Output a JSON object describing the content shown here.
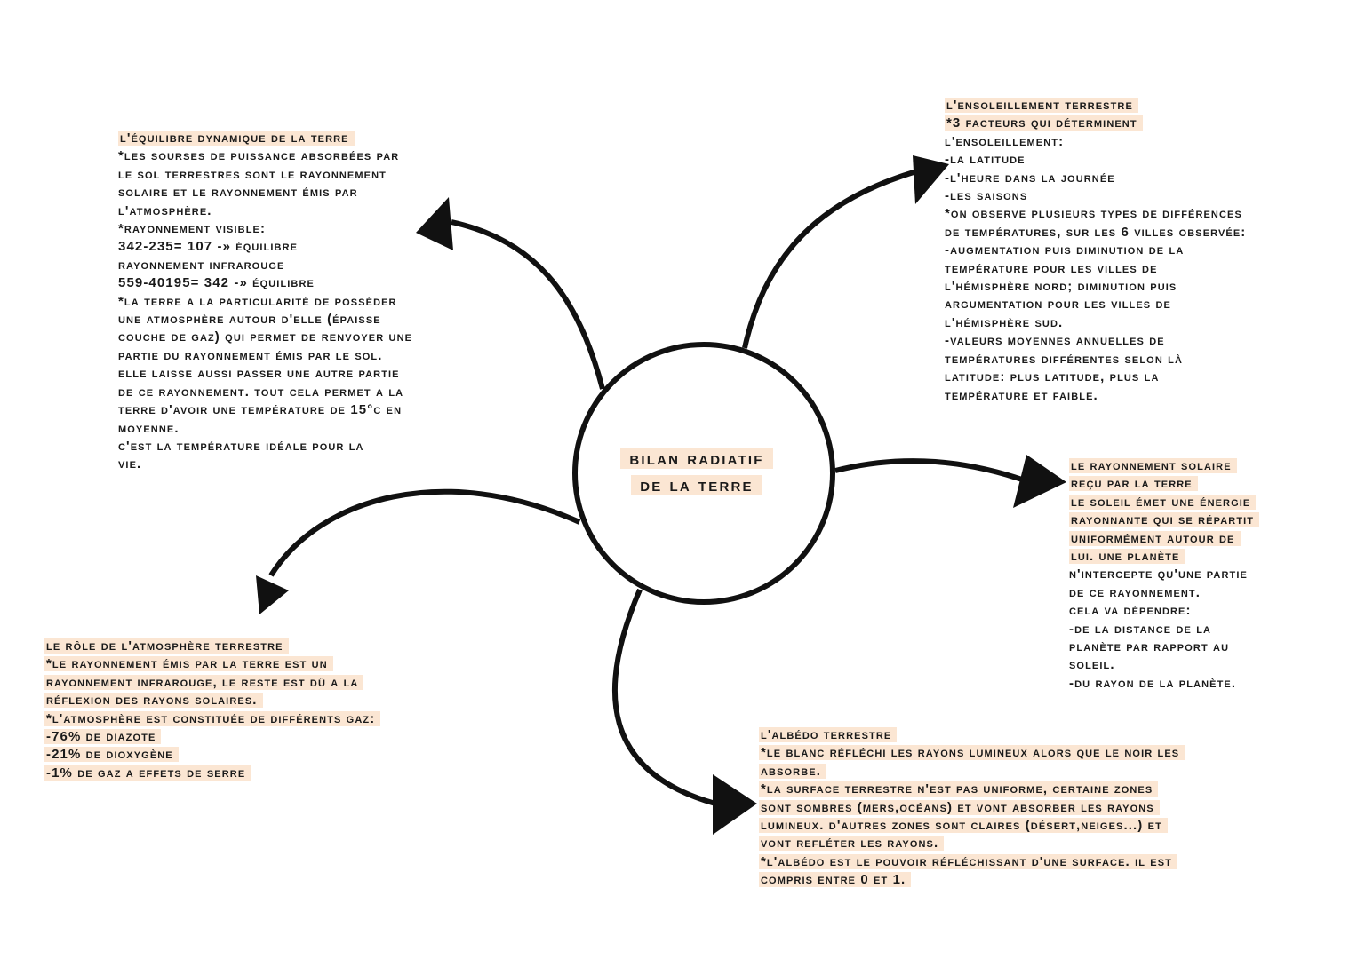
{
  "center": {
    "line1": "Bilan radiatif",
    "line2": "de la Terre"
  },
  "topleft": {
    "title": "L'équilibre dynamique de la Terre",
    "lines": [
      "*Les sourses de puissance absorbées par",
      "le sol terrestres sont le rayonnement",
      "solaire et le rayonnement émis par",
      "l'atmosphère.",
      "*rayonnement visible:",
      "342-235= 107 -» équilibre",
      "Rayonnement infrarouge",
      "559-40195= 342 -» équilibre",
      "*la Terre a la particularité de posséder",
      "une atmosphère autour d'elle (épaisse",
      "couche de gaz) qui permet de renvoyer une",
      "partie du rayonnement émis par le sol.",
      "Elle laisse aussi passer une autre partie",
      "de ce rayonnement. Tout cela permet a la",
      "Terre d'avoir une température de 15°C en",
      "moyenne.",
      "C'est la température idéale pour la",
      "vie."
    ]
  },
  "topright": {
    "title": "L'ensoleillement terrestre",
    "hl_lines": [
      "*3 facteurs qui déterminent"
    ],
    "lines": [
      "l'ensoleillement:",
      "-la latitude",
      "-L'heure dans la journée",
      "-Les saisons",
      "*On observe plusieurs types de différences",
      "de températures, sur les 6 villes observée:",
      "-augmentation puis diminution de la",
      "température pour les villes de",
      "l'hémisphère nord; diminution puis",
      "argumentation pour les villes de",
      "l'hémisphère sud.",
      "-valeurs moyennes annuelles de",
      "températures différentes selon là",
      "latitude: plus latitude, plus la",
      "température et faible."
    ]
  },
  "right": {
    "hl_lines": [
      "Le rayonnement solaire",
      "reçu par la Terre",
      "Le soleil émet une énergie",
      "rayonnante qui se répartit",
      "uniformément autour de",
      "lui. Une planète"
    ],
    "lines": [
      "n'intercepte qu'une partie",
      "de ce rayonnement.",
      "Cela va dépendre:",
      "-de la distance de la",
      "planète par rapport au",
      "Soleil.",
      "-du rayon de la planète."
    ]
  },
  "bottomleft": {
    "hl_lines": [
      "Le rôle de l'atmosphère terrestre",
      "*le rayonnement émis par la Terre est un",
      "rayonnement infrarouge, le reste est dû a la",
      "réflexion des rayons solaires.",
      "*l'atmosphère est constituée de différents gaz:",
      "-76% de diazote",
      "-21% de dioxygène",
      "-1% de gaz a effets de serre"
    ]
  },
  "bottom": {
    "hl_lines": [
      "L'albédo terrestre",
      "*le blanc réfléchi les rayons lumineux alors que le noir les",
      "absorbe.",
      "*la surface terrestre n'est pas uniforme, certaine zones",
      "sont sombres (mers,océans) et vont absorber les rayons",
      "lumineux. D'autres zones sont claires (désert,neiges...) et",
      "vont refléter les rayons.",
      "*l'albédo est le pouvoir réfléchissant d'une surface. Il est",
      "compris entre 0 et 1."
    ]
  }
}
